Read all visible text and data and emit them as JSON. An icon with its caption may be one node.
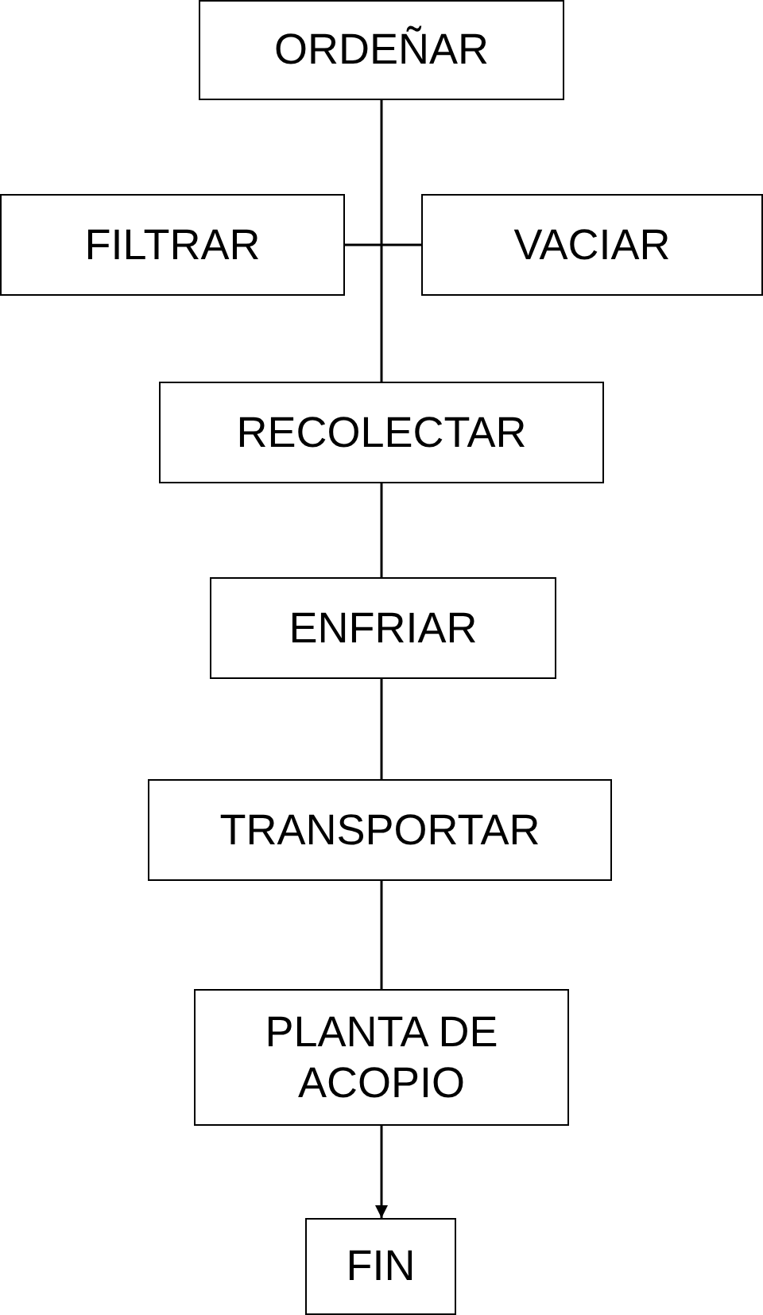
{
  "diagram": {
    "nodes": [
      {
        "text": [
          "ORDEÑAR"
        ]
      },
      {
        "text": [
          "FILTRAR"
        ]
      },
      {
        "text": [
          "VACIAR"
        ]
      },
      {
        "text": [
          "RECOLECTAR"
        ]
      },
      {
        "text": [
          "ENFRIAR"
        ]
      },
      {
        "text": [
          "TRANSPORTAR"
        ]
      },
      {
        "text": [
          "PLANTA DE ACOPIO"
        ]
      },
      {
        "text": [
          "FIN"
        ]
      }
    ],
    "edges": [
      {
        "from": 0,
        "to": 3,
        "arrow": "none"
      },
      {
        "from": 1,
        "to": 2,
        "arrow": "none"
      },
      {
        "from": 3,
        "to": 4,
        "arrow": "none"
      },
      {
        "from": 4,
        "to": 5,
        "arrow": "none"
      },
      {
        "from": 5,
        "to": 6,
        "arrow": "none"
      },
      {
        "from": 6,
        "to": 7,
        "arrow": "to"
      }
    ]
  }
}
